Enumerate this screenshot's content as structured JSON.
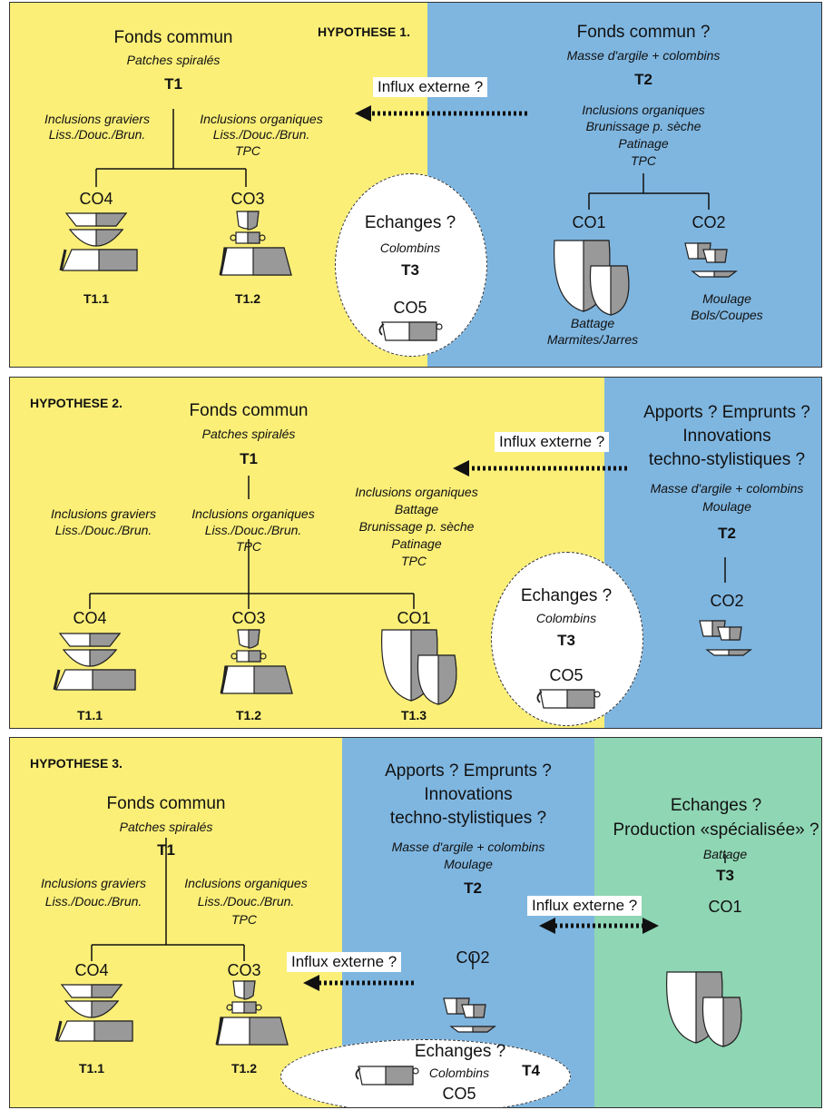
{
  "panel1": {
    "heading": "HYPOTHESE 1.",
    "left": {
      "title": "Fonds commun",
      "sub": "Patches spiralés",
      "tradition": "T1",
      "branch_a": [
        "Inclusions graviers",
        "Liss./Douc./Brun."
      ],
      "branch_b": [
        "Inclusions organiques",
        "Liss./Douc./Brun.",
        "TPC"
      ],
      "co_a": "CO4",
      "co_b": "CO3",
      "t_a": "T1.1",
      "t_b": "T1.2"
    },
    "influx": "Influx externe ?",
    "right": {
      "title": "Fonds commun ?",
      "sub": "Masse d'argile + colombins",
      "tradition": "T2",
      "details": [
        "Inclusions organiques",
        "Brunissage p. sèche",
        "Patinage",
        "TPC"
      ],
      "co_a": "CO1",
      "co_b": "CO2",
      "co_a_notes": [
        "Battage",
        "Marmites/Jarres"
      ],
      "co_b_notes": [
        "Moulage",
        "Bols/Coupes"
      ]
    },
    "exchange": {
      "title": "Echanges ?",
      "sub": "Colombins",
      "tradition": "T3",
      "co": "CO5"
    }
  },
  "panel2": {
    "heading": "HYPOTHESE 2.",
    "left": {
      "title": "Fonds commun",
      "sub": "Patches spiralés",
      "tradition": "T1",
      "branch_a": [
        "Inclusions graviers",
        "Liss./Douc./Brun."
      ],
      "branch_b": [
        "Inclusions organiques",
        "Liss./Douc./Brun.",
        "TPC"
      ],
      "branch_c": [
        "Inclusions organiques",
        "Battage",
        "Brunissage p. sèche",
        "Patinage",
        "TPC"
      ],
      "co_a": "CO4",
      "co_b": "CO3",
      "co_c": "CO1",
      "t_a": "T1.1",
      "t_b": "T1.2",
      "t_c": "T1.3"
    },
    "influx": "Influx externe ?",
    "right": {
      "title": [
        "Apports ? Emprunts ?",
        "Innovations",
        "techno-stylistiques ?"
      ],
      "sub": [
        "Masse d'argile + colombins",
        "Moulage"
      ],
      "tradition": "T2",
      "co": "CO2"
    },
    "exchange": {
      "title": "Echanges ?",
      "sub": "Colombins",
      "tradition": "T3",
      "co": "CO5"
    }
  },
  "panel3": {
    "heading": "HYPOTHESE 3.",
    "left": {
      "title": "Fonds commun",
      "sub": "Patches spiralés",
      "tradition": "T1",
      "branch_a": [
        "Inclusions graviers",
        "Liss./Douc./Brun."
      ],
      "branch_b": [
        "Inclusions organiques",
        "Liss./Douc./Brun.",
        "TPC"
      ],
      "co_a": "CO4",
      "co_b": "CO3",
      "t_a": "T1.1",
      "t_b": "T1.2"
    },
    "influx_left": "Influx externe ?",
    "middle": {
      "title": [
        "Apports ? Emprunts ?",
        "Innovations",
        "techno-stylistiques ?"
      ],
      "sub": [
        "Masse d'argile + colombins",
        "Moulage"
      ],
      "tradition": "T2",
      "co": "CO2"
    },
    "influx_right": "Influx externe ?",
    "right": {
      "title": [
        "Echanges ?",
        "Production «spécialisée» ?"
      ],
      "sub": "Battage",
      "tradition": "T3",
      "co": "CO1"
    },
    "exchange": {
      "title": "Echanges ?",
      "sub": "Colombins",
      "tradition": "T4",
      "co": "CO5"
    }
  }
}
